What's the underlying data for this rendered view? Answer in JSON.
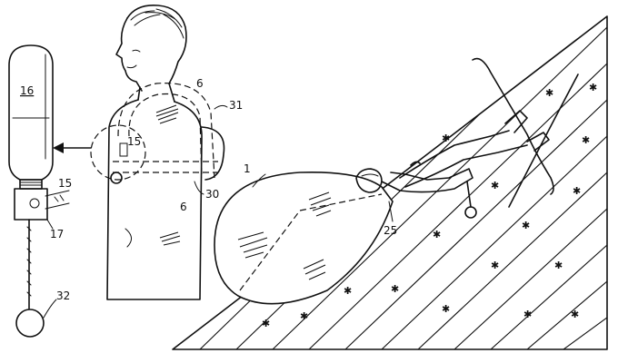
{
  "figure": {
    "labels": {
      "canister": "16",
      "valve": "15",
      "valve_body": "15",
      "coupling": "17",
      "ring": "32",
      "strap": "6",
      "strap_lower": "6",
      "chest_pad": "31",
      "belt": "30",
      "balloon": "1",
      "tether": "25"
    }
  }
}
